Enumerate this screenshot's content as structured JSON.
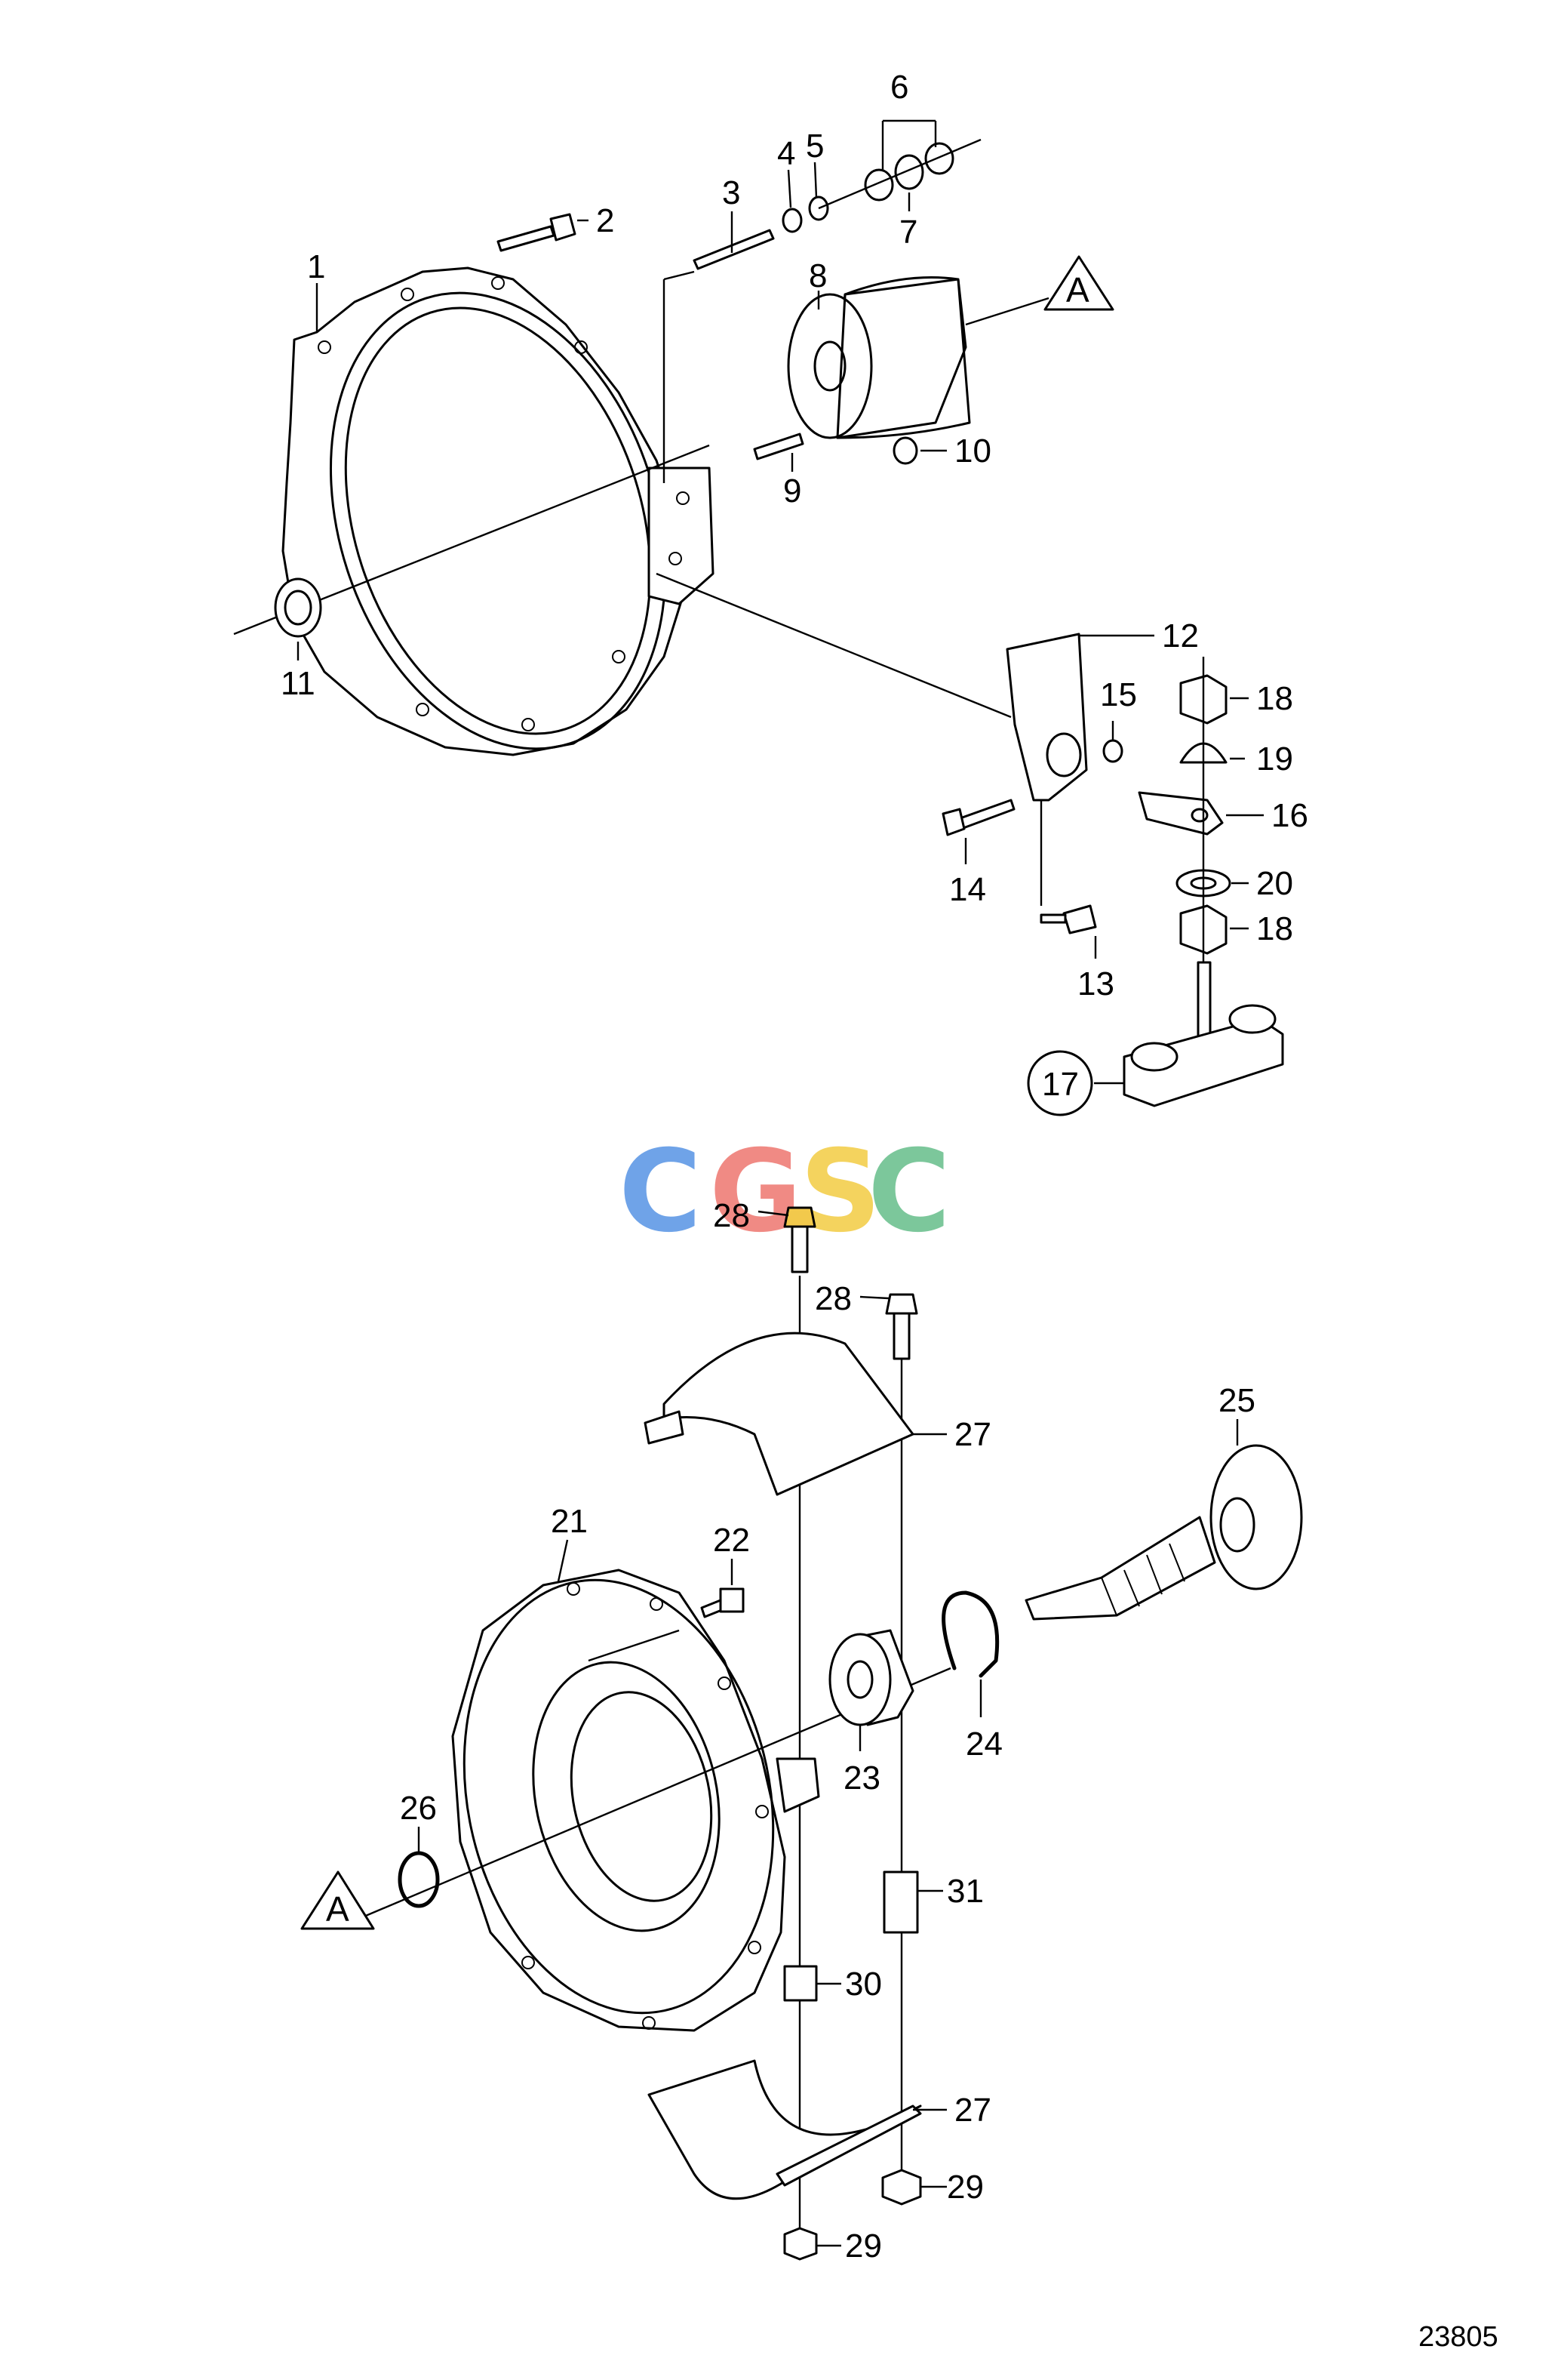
{
  "figure_number": "23805",
  "watermark": {
    "letters": [
      "C",
      "G",
      "S",
      "C"
    ],
    "colors": [
      "#6fa3e8",
      "#f08a84",
      "#f4d35e",
      "#7cc79b"
    ]
  },
  "section_reference": "A",
  "callouts": [
    "1",
    "2",
    "3",
    "4",
    "5",
    "6",
    "7",
    "8",
    "9",
    "10",
    "11",
    "12",
    "13",
    "14",
    "15",
    "16",
    "17",
    "18",
    "19",
    "20",
    "21",
    "22",
    "23",
    "24",
    "25",
    "26",
    "27",
    "28",
    "29",
    "30",
    "31"
  ]
}
